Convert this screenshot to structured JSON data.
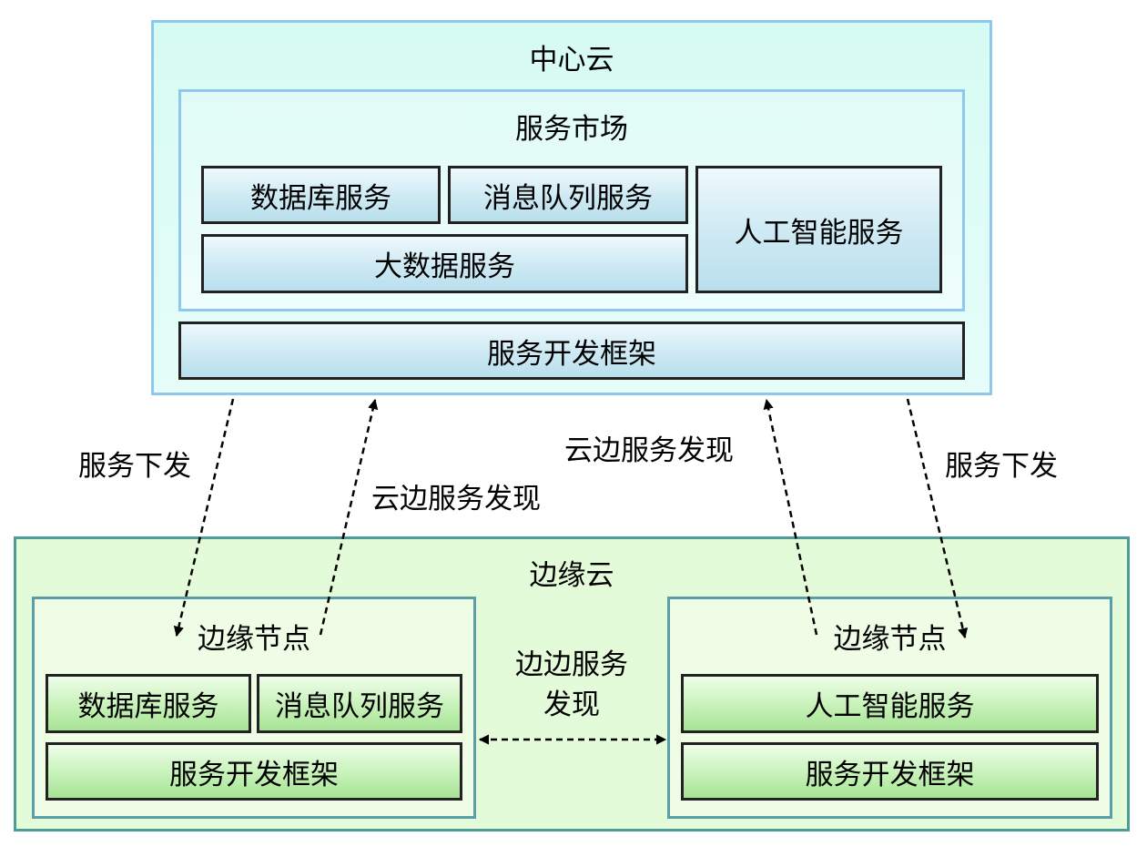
{
  "center_cloud": {
    "title": "中心云",
    "market": {
      "title": "服务市场",
      "database": "数据库服务",
      "message_queue": "消息队列服务",
      "big_data": "大数据服务",
      "ai": "人工智能服务"
    },
    "framework": "服务开发框架"
  },
  "edge_cloud": {
    "title": "边缘云",
    "left_node": {
      "title": "边缘节点",
      "database": "数据库服务",
      "message_queue": "消息队列服务",
      "framework": "服务开发框架"
    },
    "right_node": {
      "title": "边缘节点",
      "ai": "人工智能服务",
      "framework": "服务开发框架"
    }
  },
  "arrows": {
    "left_down": "服务下发",
    "left_up": "云边服务发现",
    "right_up": "云边服务发现",
    "right_down": "服务下发",
    "edge_edge_line1": "边边服务",
    "edge_edge_line2": "发现"
  }
}
